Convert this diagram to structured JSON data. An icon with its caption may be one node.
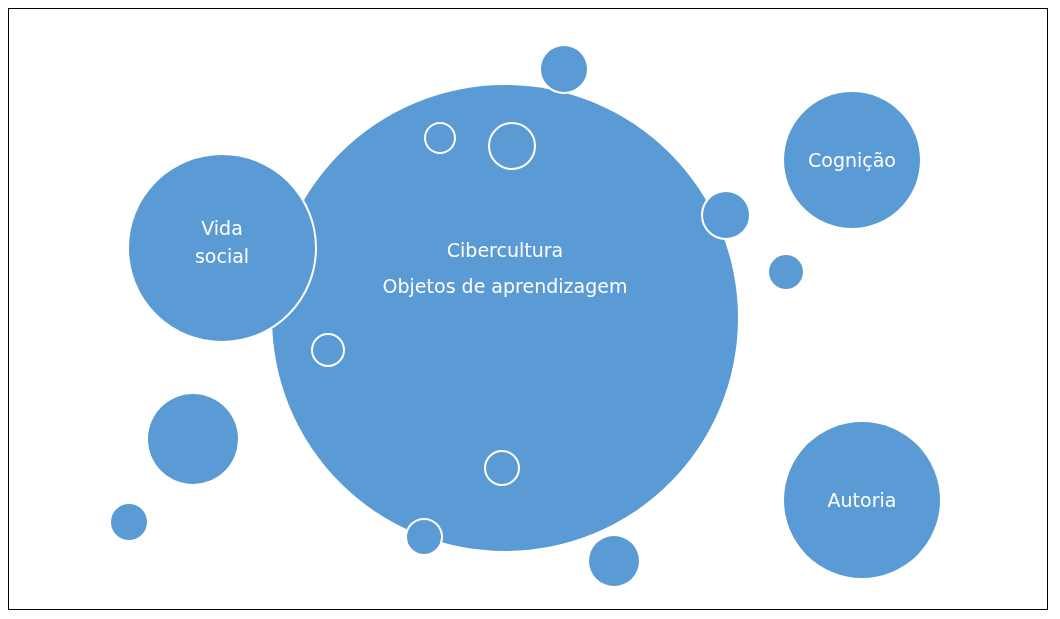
{
  "diagram": {
    "nodes": [
      {
        "text": [
          "Cibercultura",
          "Objetos de aprendizagem"
        ]
      },
      {
        "text": [],
        "shape": "circle",
        "in": 0
      },
      {
        "text": [],
        "shape": "circle",
        "in": 0
      },
      {
        "text": [],
        "shape": "circle",
        "in": 0
      },
      {
        "text": [],
        "shape": "circle",
        "in": 0
      },
      {
        "text": [],
        "shape": "circle"
      },
      {
        "text": [
          "Cognição"
        ]
      },
      {
        "text": [
          "Vida social"
        ]
      },
      {
        "text": [],
        "shape": "circle"
      },
      {
        "text": [],
        "shape": "circle"
      },
      {
        "text": [],
        "shape": "circle"
      },
      {
        "text": [
          "Autoria"
        ]
      },
      {
        "text": [],
        "shape": "circle"
      },
      {
        "text": [],
        "shape": "circle"
      },
      {
        "text": [],
        "shape": "circle"
      }
    ]
  }
}
